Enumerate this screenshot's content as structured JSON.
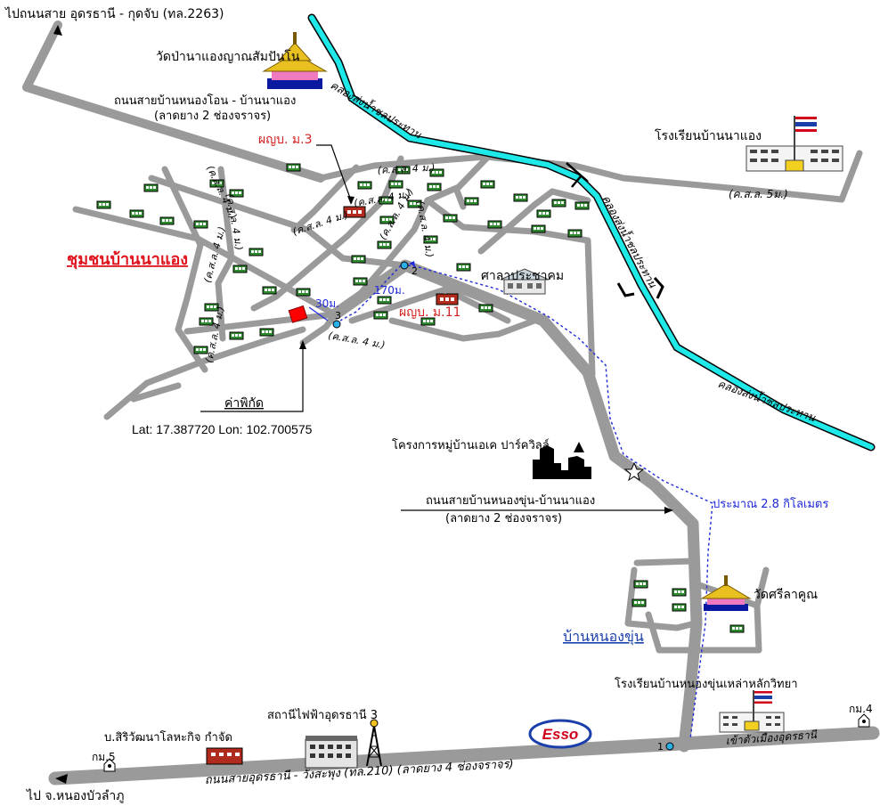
{
  "map": {
    "top_road_label": "ไปถนนสาย อุดรธานี - กุดจับ (ทล.2263)",
    "bottom_dest_label": "ไป จ.หนองบัวลำภู",
    "community_label": "ชุมชนบ้านนาแอง",
    "nongkhun_label": "บ้านหนองขุ่น",
    "distance_label": "ประมาณ 2.8 กิโลเมตร",
    "coord_title": "ค่าพิกัด",
    "coord_text": "Lat: 17.387720 Lon: 102.700575",
    "markers": {
      "m1": "1",
      "m2": "2",
      "m3": "3"
    },
    "dist_170": "170ม.",
    "dist_30": "30ม.",
    "brand_logo": "Esso",
    "colors": {
      "canal": "#1fe8e8",
      "route": "#1f2ad8",
      "headline_red": "#e0141e",
      "label_red": "#d42020",
      "road": "#9a9a9a",
      "flag_red": "#d0021b",
      "flag_blue": "#1b3faa"
    }
  },
  "labels": {
    "temple_nayang": "วัดป่านาแองญาณสัมปันโน",
    "road_nongon_1": "ถนนสายบ้านหนองโอน - บ้านนาแอง",
    "road_nongon_2": "(ลาดยาง 2 ช่องจราจร)",
    "school_naeng": "โรงเรียนบ้านนาแอง",
    "hq_m3": "ผญบ. ม.3",
    "hq_m11": "ผญบ. ม.11",
    "hall": "ศาลาประชาคม",
    "ek_project": "โครงการหมู่บ้านเอเค ปาร์ควิลล์",
    "road_nongkhun_1": "ถนนสายบ้านหนองขุ่น-บ้านนาแอง",
    "road_nongkhun_2": "(ลาดยาง 2 ช่องจราจร)",
    "temple_srila": "วัดศรีลาคูณ",
    "school_nongkhun": "โรงเรียนบ้านหนองขุ่นเหล่าหลักวิทยา",
    "substation": "สถานีไฟฟ้าอุดรธานี 3",
    "company": "บ.สิริวัฒนาโลหะกิจ กำจัด",
    "main_road": "ถนนสายอุดรธานี - วังสะพุง (ทล.210) (ลาดยาง 4 ช่องจราจร)",
    "to_city": "เข้าตัวเมืองอุดรธานี",
    "km4": "กม.4",
    "km5": "กม.5",
    "canal_1": "คลองส่งน้ำชลประทาน",
    "canal_2": "คลองส่งน้ำชลประทาน",
    "canal_3": "คลองส่งน้ำชลประทาน",
    "soi_5m": "(ค.ส.ล. 5ม.)",
    "soi_a": "(ค.ส.ล. 4 ม.)",
    "soi_b": "(ค.ส.ล. 4 ม.)",
    "soi_c": "(ค.ส.ล. 4 ม.)",
    "soi_d": "(ค.ส.ล. 4 ม.)",
    "soi_e": "(ค.ส.ล. 4 ม.)",
    "soi_f": "(ค.ส.ล. 4 ม.)",
    "soi_g": "(ค.ส.ล. 4 ม.)",
    "soi_h": "(ค.ส.ล. 4 ม.)",
    "soi_i": "(ค.ส.ล. 4 ม.)",
    "soi_j": "(ค.ส.ล. 4 ม.)"
  }
}
